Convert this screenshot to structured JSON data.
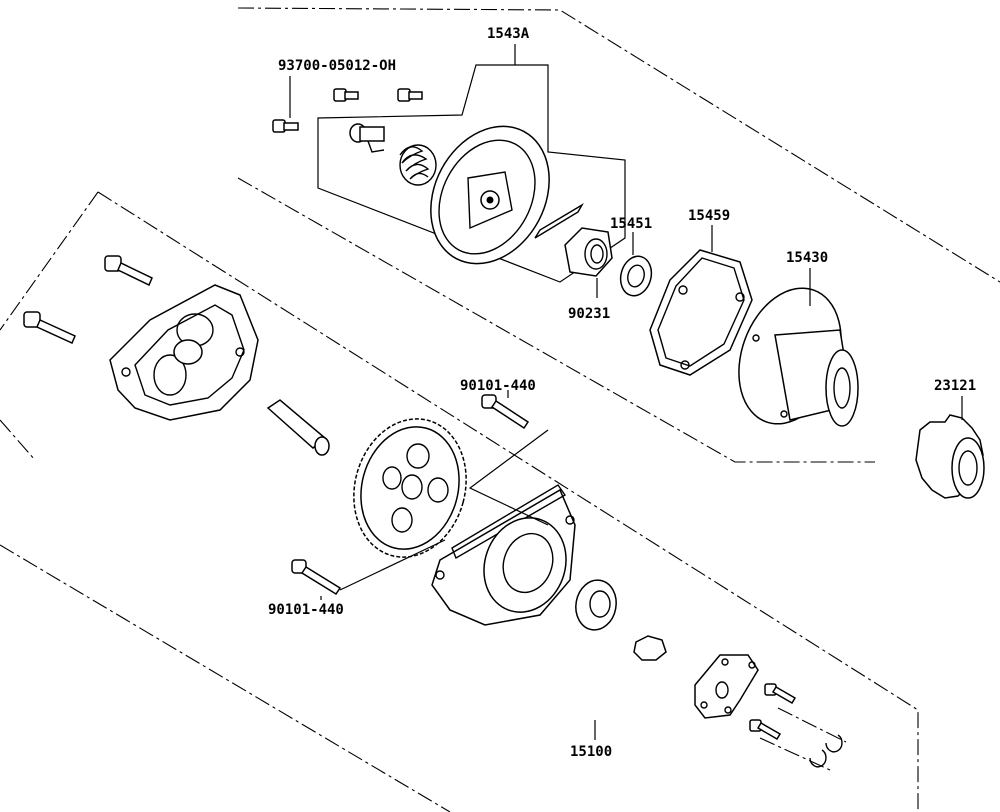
{
  "diagram": {
    "colors": {
      "ink": "#000000",
      "background": "#ffffff"
    },
    "labels": {
      "bolt_top": "93700-05012-OH",
      "assy_cover": "1543A",
      "washer": "15451",
      "gasket": "15459",
      "nut": "90231",
      "housing": "15430",
      "gear_small": "23121",
      "bolt_mid": "90101-440",
      "bolt_low": "90101-440",
      "pump_assy": "15100"
    }
  }
}
